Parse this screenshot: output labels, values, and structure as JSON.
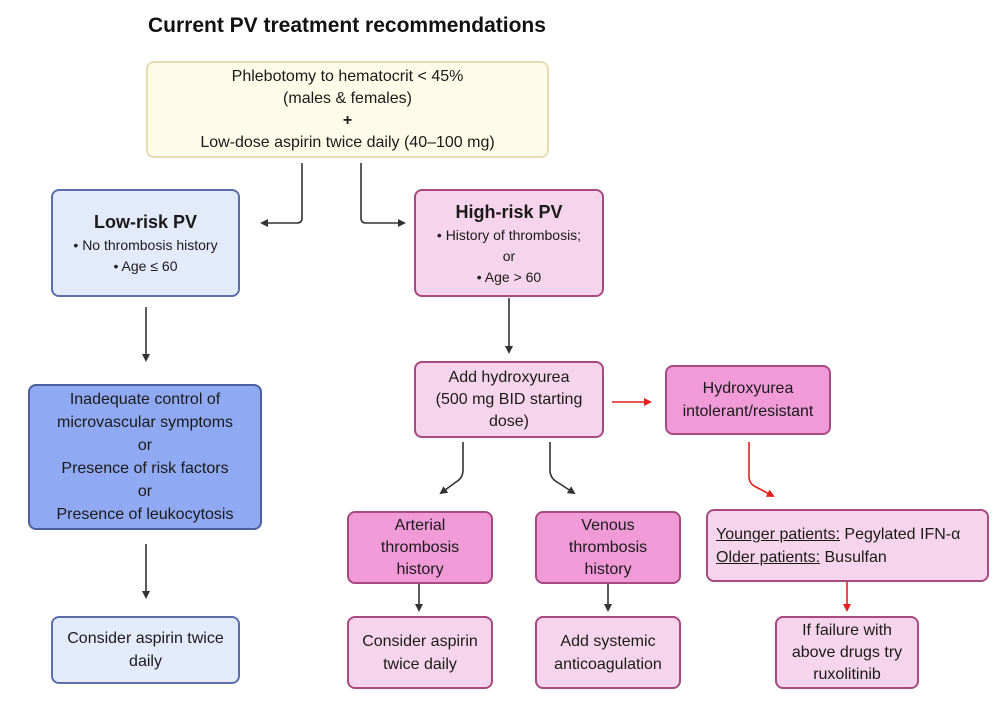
{
  "title": "Current PV treatment recommendations",
  "colors": {
    "cream": "#fefbe9",
    "low_risk_fill": "#e3eafa",
    "low_risk_action_fill": "#8fa9f2",
    "high_risk_fill": "#f6d5ec",
    "high_risk_strong_fill": "#f09bd8",
    "arrow_dark": "#333333",
    "arrow_red": "#e3211c"
  },
  "nodes": {
    "initial": {
      "line1": "Phlebotomy to hematocrit < 45%",
      "line2": "(males & females)",
      "plus": "+",
      "line3": "Low-dose aspirin twice daily (40–100 mg)"
    },
    "low_risk": {
      "heading": "Low-risk PV",
      "bullets": [
        "• No thrombosis history",
        "• Age ≤ 60"
      ]
    },
    "high_risk": {
      "heading": "High-risk PV",
      "line1": "• History of thrombosis;",
      "line2": "or",
      "line3": "• Age > 60"
    },
    "low_risk_criteria": {
      "lines": [
        "Inadequate control of",
        "microvascular symptoms",
        "or",
        "Presence of risk factors",
        "or",
        "Presence of leukocytosis"
      ]
    },
    "low_risk_action": {
      "lines": [
        "Consider aspirin twice",
        "daily"
      ]
    },
    "hydroxyurea": {
      "lines": [
        "Add hydroxyurea",
        "(500 mg BID starting",
        "dose)"
      ]
    },
    "hu_intolerant": {
      "lines": [
        "Hydroxyurea",
        "intolerant/resistant"
      ]
    },
    "arterial": {
      "lines": [
        "Arterial",
        "thrombosis",
        "history"
      ]
    },
    "venous": {
      "lines": [
        "Venous",
        "thrombosis",
        "history"
      ]
    },
    "arterial_action": {
      "lines": [
        "Consider aspirin",
        "twice daily"
      ]
    },
    "venous_action": {
      "lines": [
        "Add systemic",
        "anticoagulation"
      ]
    },
    "second_line": {
      "younger_label": "Younger patients:",
      "younger_value": " Pegylated IFN-α",
      "older_label": "Older patients:",
      "older_value": " Busulfan"
    },
    "third_line": {
      "lines": [
        "If failure with",
        "above drugs try",
        "ruxolitinib"
      ]
    }
  }
}
